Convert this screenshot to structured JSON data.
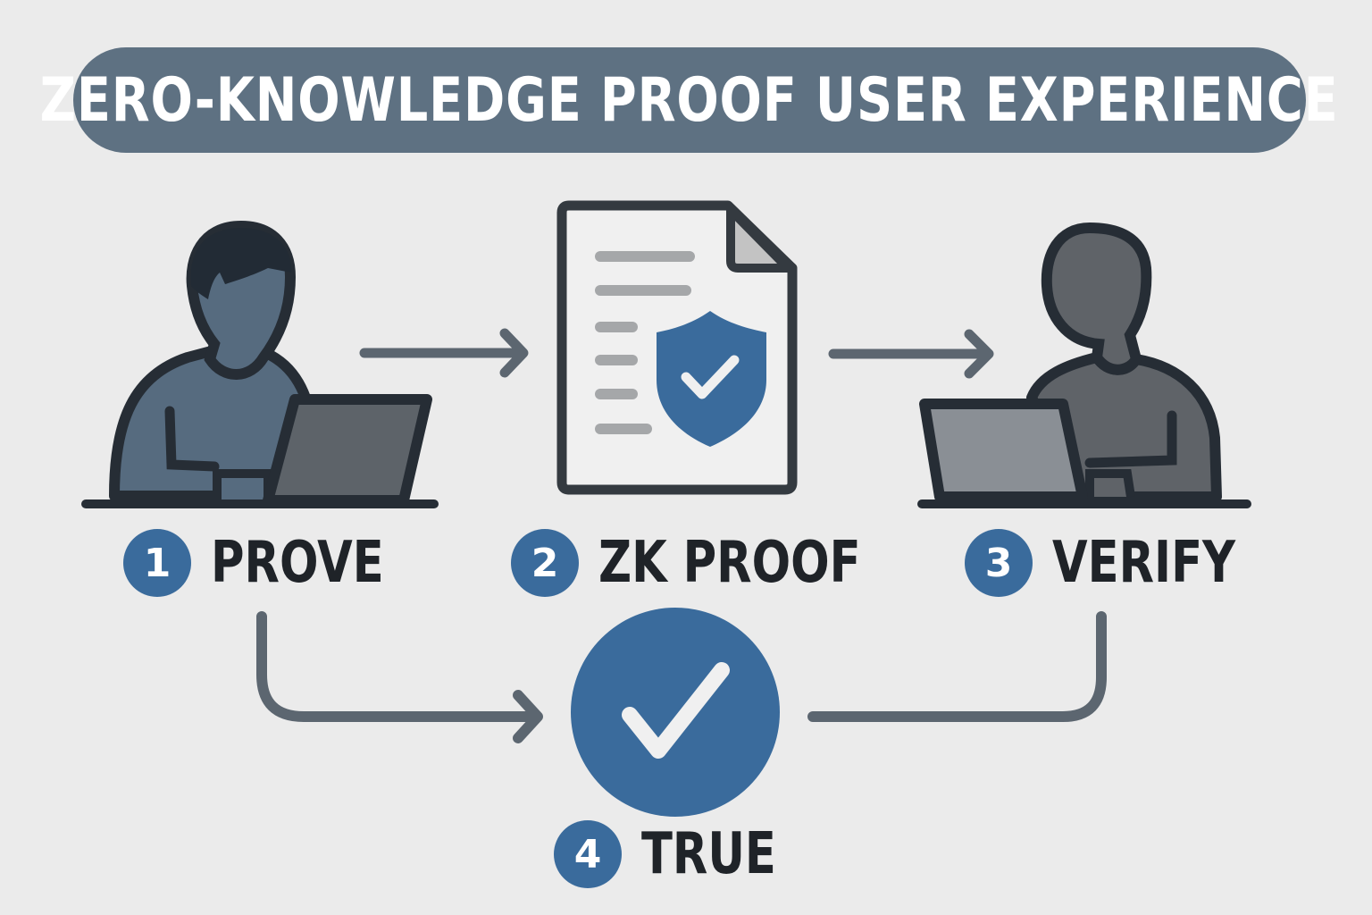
{
  "title": "ZERO-KNOWLEDGE PROOF USER EXPERIENCE",
  "colors": {
    "background": "#ebebeb",
    "title_pill": "#5e7182",
    "accent_blue": "#3a6b9c",
    "outline": "#262d35",
    "prover_fill": "#566b7f",
    "verifier_fill": "#5f6368",
    "arrow": "#5c6670",
    "doc_lines": "#a5a7a9"
  },
  "steps": [
    {
      "number": "1",
      "label": "PROVE",
      "icon": "person-with-laptop-icon"
    },
    {
      "number": "2",
      "label": "ZK PROOF",
      "icon": "document-shield-check-icon"
    },
    {
      "number": "3",
      "label": "VERIFY",
      "icon": "person-with-laptop-icon"
    },
    {
      "number": "4",
      "label": "TRUE",
      "icon": "check-circle-icon"
    }
  ]
}
